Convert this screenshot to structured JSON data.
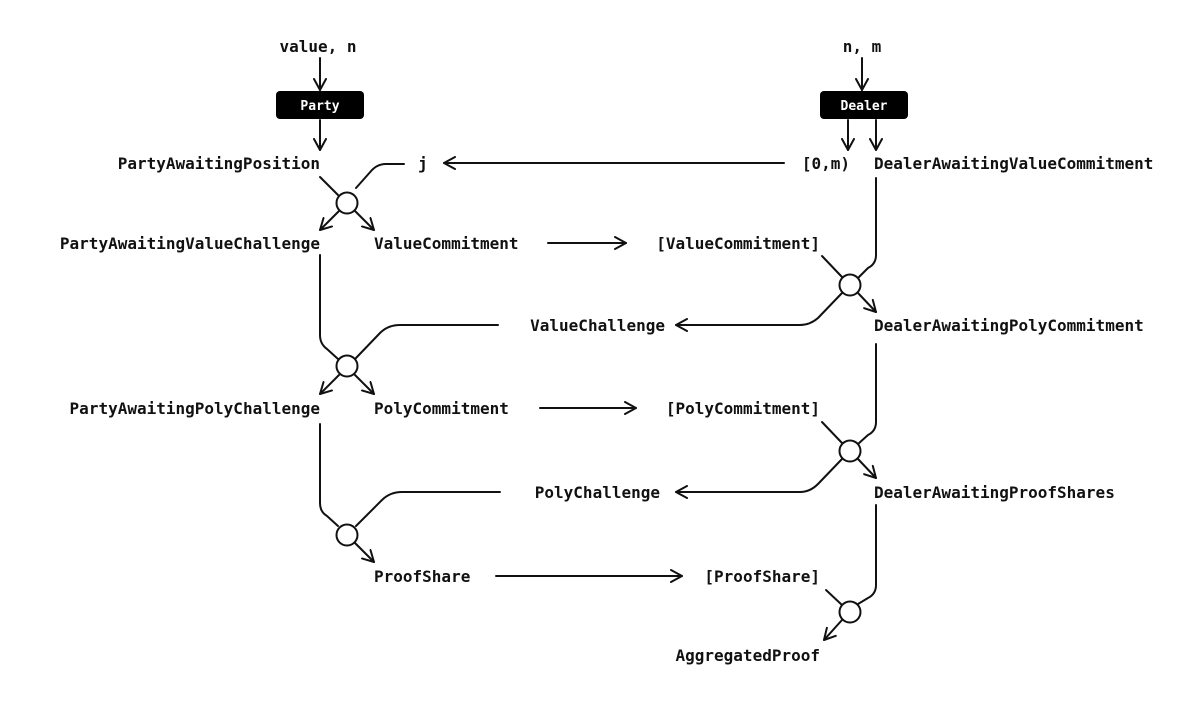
{
  "inputs": {
    "party": "value, n",
    "dealer": "n, m"
  },
  "actors": {
    "party": "Party",
    "dealer": "Dealer"
  },
  "party_states": {
    "awaiting_position": "PartyAwaitingPosition",
    "awaiting_value_challenge": "PartyAwaitingValueChallenge",
    "awaiting_poly_challenge": "PartyAwaitingPolyChallenge"
  },
  "dealer_states": {
    "awaiting_value_commitment": "DealerAwaitingValueCommitment",
    "awaiting_poly_commitment": "DealerAwaitingPolyCommitment",
    "awaiting_proof_shares": "DealerAwaitingProofShares"
  },
  "messages": {
    "position": "j",
    "position_range": "[0,m)",
    "value_commitment": "ValueCommitment",
    "value_commitments": "[ValueCommitment]",
    "value_challenge": "ValueChallenge",
    "poly_commitment": "PolyCommitment",
    "poly_commitments": "[PolyCommitment]",
    "poly_challenge": "PolyChallenge",
    "proof_share": "ProofShare",
    "proof_shares": "[ProofShare]"
  },
  "output": {
    "aggregated_proof": "AggregatedProof"
  }
}
